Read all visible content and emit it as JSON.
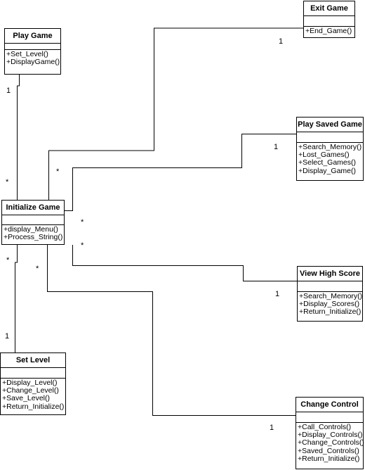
{
  "classes": {
    "play_game": {
      "name": "Play Game",
      "operations": [
        "+Set_Level()",
        "+DisplayGame()"
      ]
    },
    "initialize_game": {
      "name": "Initialize Game",
      "operations": [
        "+display_Menu()",
        "+Process_String()"
      ]
    },
    "set_level": {
      "name": "Set Level",
      "operations": [
        "+Display_Level()",
        "+Change_Level()",
        "+Save_Level()",
        "+Return_Initialize()"
      ]
    },
    "exit_game": {
      "name": "Exit Game",
      "operations": [
        "+End_Game()"
      ]
    },
    "play_saved_game": {
      "name": "Play Saved Game",
      "operations": [
        "+Search_Memory()",
        "+Lost_Games()",
        "+Select_Games()",
        "+Display_Game()"
      ]
    },
    "view_high_score": {
      "name": "View High Score",
      "operations": [
        "+Search_Memory()",
        "+Display_Scores()",
        "+Return_Initialize()"
      ]
    },
    "change_control": {
      "name": "Change Control",
      "operations": [
        "+Call_Controls()",
        "+Display_Controls()",
        "+Change_Controls()",
        "+Saved_Controls()",
        "+Return_Initialize()"
      ]
    }
  },
  "multiplicities": {
    "play_game_end": "1",
    "play_game_init_end": "*",
    "exit_game_init_end": "*",
    "exit_game_end": "1",
    "saved_init_end": "*",
    "saved_end": "1",
    "score_init_end": "*",
    "score_end": "1",
    "set_level_init_end": "*",
    "set_level_end": "1",
    "control_init_end": "*",
    "control_end": "1"
  }
}
